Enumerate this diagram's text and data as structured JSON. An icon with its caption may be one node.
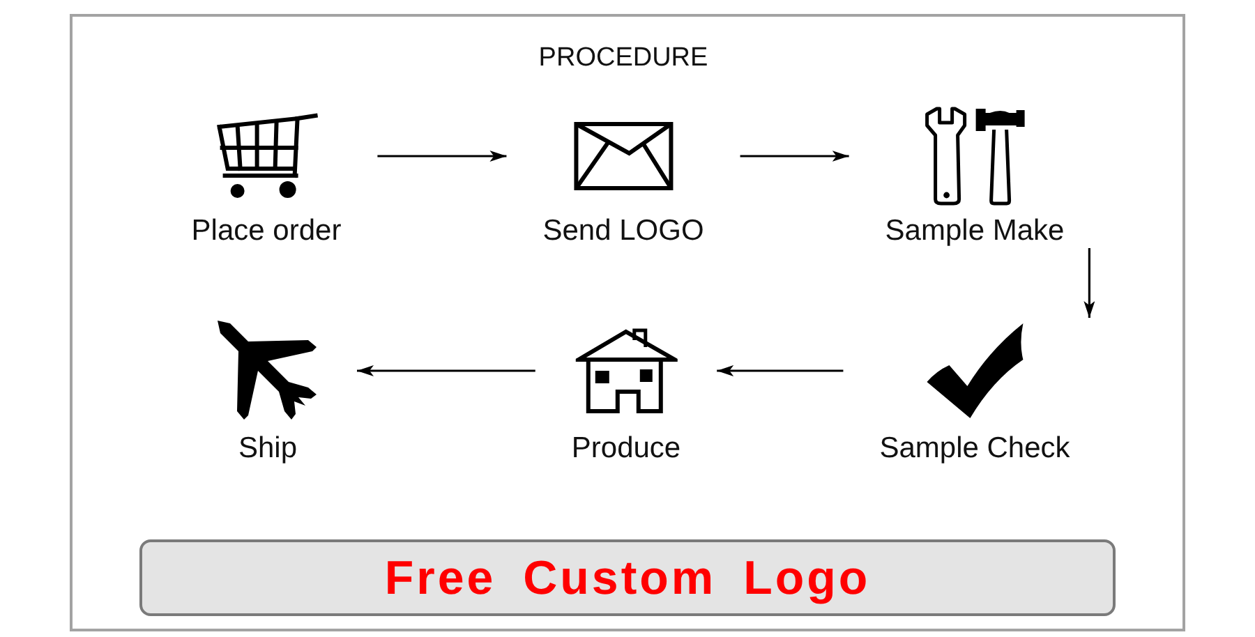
{
  "diagram": {
    "title": "PROCEDURE",
    "nodes": [
      {
        "text": [
          "Place order"
        ]
      },
      {
        "text": [
          "Send LOGO"
        ]
      },
      {
        "text": [
          "Sample Make"
        ]
      },
      {
        "text": [
          "Ship"
        ]
      },
      {
        "text": [
          "Produce"
        ]
      },
      {
        "text": [
          "Sample Check"
        ]
      },
      {
        "text": [
          "Free Custom Logo"
        ]
      }
    ],
    "edges": [
      {
        "from": 0,
        "to": 1,
        "arrow": "to"
      },
      {
        "from": 1,
        "to": 2,
        "arrow": "to"
      },
      {
        "from": 2,
        "to": 5,
        "arrow": "to"
      },
      {
        "from": 5,
        "to": 4,
        "arrow": "to"
      },
      {
        "from": 4,
        "to": 3,
        "arrow": "to"
      }
    ]
  }
}
